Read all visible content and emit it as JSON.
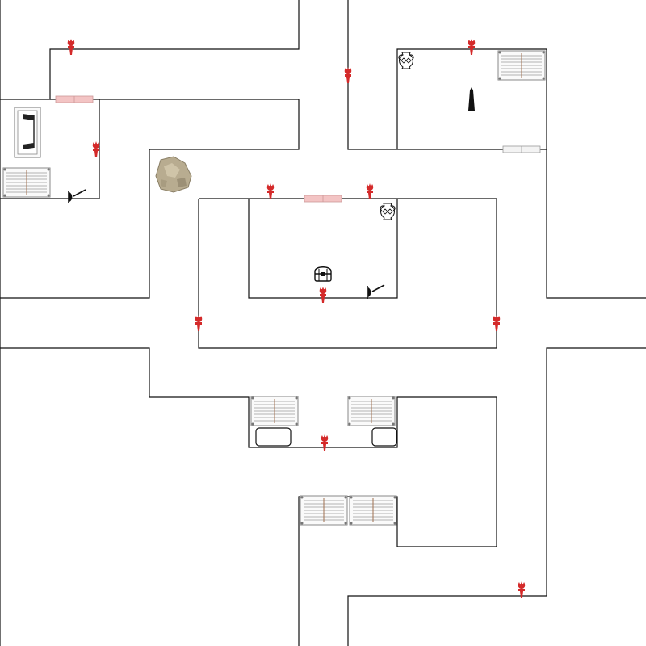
{
  "map": {
    "name": "dungeon-floor-map",
    "colors": {
      "background": "#ffffff",
      "wall": "#111111",
      "torch": "#d42a2a",
      "door_closed": "#f3c4c4",
      "door_open": "#f3f3f3",
      "rock": "#b8ac90"
    },
    "torches": [
      {
        "id": "torch-1"
      },
      {
        "id": "torch-2"
      },
      {
        "id": "torch-3"
      },
      {
        "id": "torch-4"
      },
      {
        "id": "torch-5"
      },
      {
        "id": "torch-6"
      },
      {
        "id": "torch-7"
      },
      {
        "id": "torch-8"
      },
      {
        "id": "torch-9"
      },
      {
        "id": "torch-10"
      },
      {
        "id": "torch-11"
      },
      {
        "id": "torch-12"
      }
    ],
    "objects": {
      "chest": {
        "icon": "treasure-chest-icon"
      },
      "vase": {
        "icon": "vase-icon"
      },
      "obelisk": {
        "icon": "obelisk-icon"
      },
      "boulder": {
        "icon": "boulder-icon"
      },
      "lever": {
        "icon": "lever-icon"
      },
      "beds": {
        "icon": "bed-icon"
      },
      "bench": {
        "icon": "bench-icon"
      },
      "table": {
        "icon": "table-icon"
      }
    }
  }
}
